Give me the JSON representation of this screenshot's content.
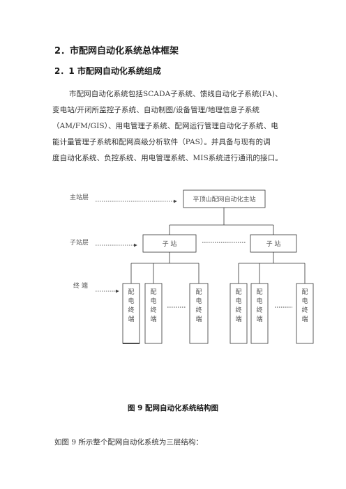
{
  "heading": "2．市配网自动化系统总体框架",
  "subheading": "2．1 市配网自动化系统组成",
  "paragraph_lines": [
    "市配网自动化系统包括SCADA子系统、馈线自动化子系统(FA)、",
    "变电站/开闭所监控子系统、自动制图/设备管理/地理信息子系统",
    "（AM/FM/GIS）、用电管理子系统、配网运行管理自动化子系统、电",
    "能计量管理子系统和配网高级分析软件（PAS）。并具备与现有的调",
    "度自动化系统、负控系统、用电管理系统、MIS系统进行通讯的接口。"
  ],
  "diagram": {
    "layers": {
      "master": "主站层",
      "sub": "子站层",
      "terminal": "终 端"
    },
    "master_station": "平顶山配网自动化主站",
    "substations": [
      "子   站",
      "子   站"
    ],
    "terminal_label_chars": [
      "配",
      "电",
      "终",
      "端"
    ]
  },
  "caption": "图 9  配网自动化系统结构图",
  "bottom_text": "如图 9 所示整个配网自动化系统为三层结构："
}
